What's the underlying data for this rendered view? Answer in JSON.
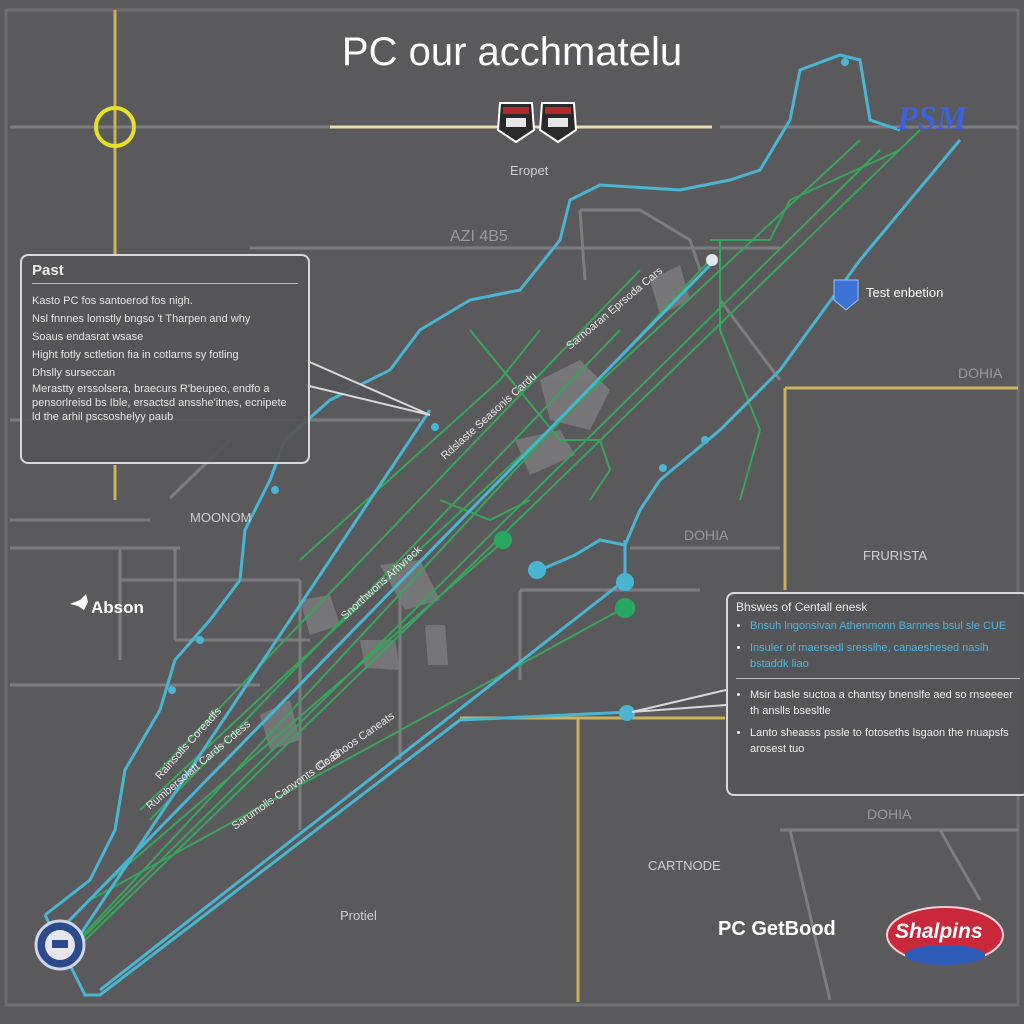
{
  "title": "PC our acchmatelu",
  "labels": {
    "eropet": "Eropet",
    "azi": "AZI 4B5",
    "test_station": "Test enbetion",
    "dohia_1": "DOHIA",
    "moonom": "MOONOM",
    "dohia_2": "DOHIA",
    "frurista": "FRURISTA",
    "abson": "Abson",
    "dohia_3": "DOHIA",
    "cartnode": "CARTNODE",
    "protiel": "Protiel",
    "pc_getbood": "PC GetBood",
    "shalpins": "Shalpins",
    "brand_top_right": "PSM"
  },
  "route_labels": [
    "Rdslaste Seasonis Cardu",
    "Sarnoaran Eprsoda Cars",
    "Snorthwons Arhvreck",
    "Rumbersolatt Cards Cdess",
    "Sarumolls Canvonts Cleas",
    "Rainsolls Coreadfs",
    "Cc Shoos Caneats"
  ],
  "left_panel": {
    "heading": "Past",
    "lines": [
      "Kasto PC fos santoerod fos nigh.",
      "Nsl fnnnes lomstly bngso 't Tharpen and why",
      "Soaus endasrat wsase",
      "Hight fotly sctletion fia in cotlarns sy fotling",
      "Dhslly surseccan",
      "Merastty erssolsera, braecurs R'beupeo, endfo a",
      "pensorlreisd bs Ible, ersactsd ansshe'itnes, ecnipete",
      "ld the arhil pscsoshelyy paub"
    ]
  },
  "right_panel": {
    "heading": "Bhswes of Centall enesk",
    "items_blue": [
      "Bnsuh lngonsivan Athenmonn Barnnes bsul sle CUE",
      "Insuler of maersedl sresslhe, canaeshesed naslh bstaddk liao"
    ],
    "items_white": [
      "Msir basle suctoa a chantsy bnenslfe aed so rnseeeer th anslls bsesltle",
      "Lanto sheasss pssle to fotoseths lsgaon the rnuapsfs arosest tuo"
    ]
  },
  "colors": {
    "background": "#5a5a5c",
    "road": "#808083",
    "highway": "#c9b25a",
    "cyan_route": "#4ab5d0",
    "green_route": "#39a35c"
  },
  "icons": {
    "shields": "us-highway-shield-icon",
    "marker": "blue-shield-marker-icon",
    "ring": "yellow-ring-icon",
    "bird": "bird-icon",
    "emblem": "round-emblem-icon"
  }
}
